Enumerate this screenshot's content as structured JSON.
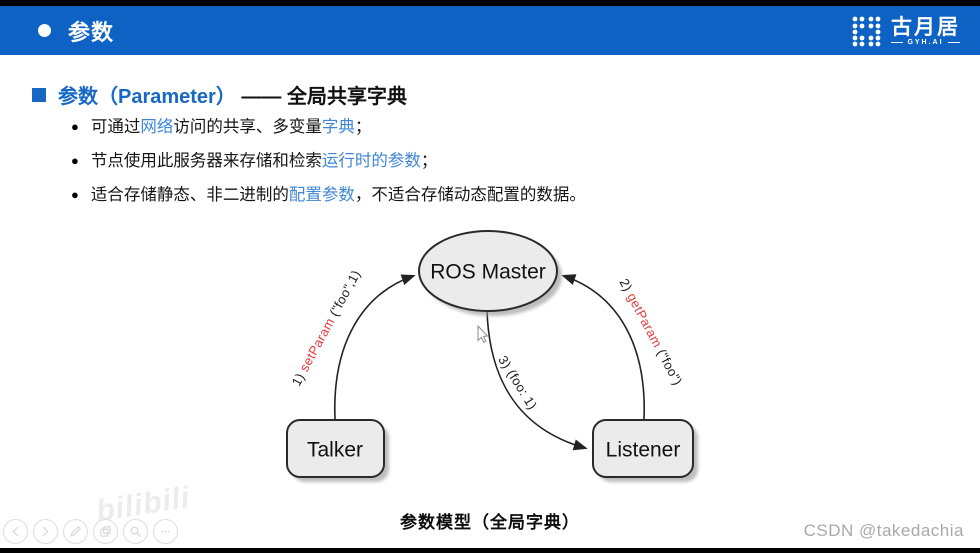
{
  "colors": {
    "header_bg": "#0e62c3",
    "accent_blue": "#1668c4",
    "inline_blue": "#3f87d6",
    "label_red": "#e23c3c",
    "node_fill": "#ebebeb",
    "node_stroke": "#2a2a2a"
  },
  "header": {
    "title": "参数",
    "logo_text": "古月居",
    "logo_sub": "GYH.AI"
  },
  "slide": {
    "heading_highlight": "参数（Parameter）",
    "heading_rest": " —— 全局共享字典",
    "bullets": [
      {
        "s1": "可通过",
        "h1": "网络",
        "s2": "访问的共享、多变量",
        "h2": "字典",
        "s3": "；"
      },
      {
        "s1": "节点使用此服务器来存储和检索",
        "h1": "运行时的参数",
        "s3": "；"
      },
      {
        "s1": "适合存储静态、非二进制的",
        "h1": "配置参数",
        "s3": "，不适合存储动态配置的数据。"
      }
    ]
  },
  "diagram": {
    "nodes": {
      "master": "ROS Master",
      "talker": "Talker",
      "listener": "Listener"
    },
    "edges": {
      "set_param": {
        "pre": "1) ",
        "red": "setParam",
        "post": " (\"foo\",1)"
      },
      "get_param": {
        "pre": "2) ",
        "red": "getParam",
        "post": " (\"foo\")"
      },
      "value": {
        "pre": "3) (foo: 1)"
      }
    },
    "caption": "参数模型（全局字典）"
  },
  "watermarks": {
    "bilibili": "bilibili",
    "csdn": "CSDN @takedachia"
  },
  "player_controls": [
    "previous",
    "next",
    "pencil",
    "clip",
    "magnifier",
    "more"
  ]
}
